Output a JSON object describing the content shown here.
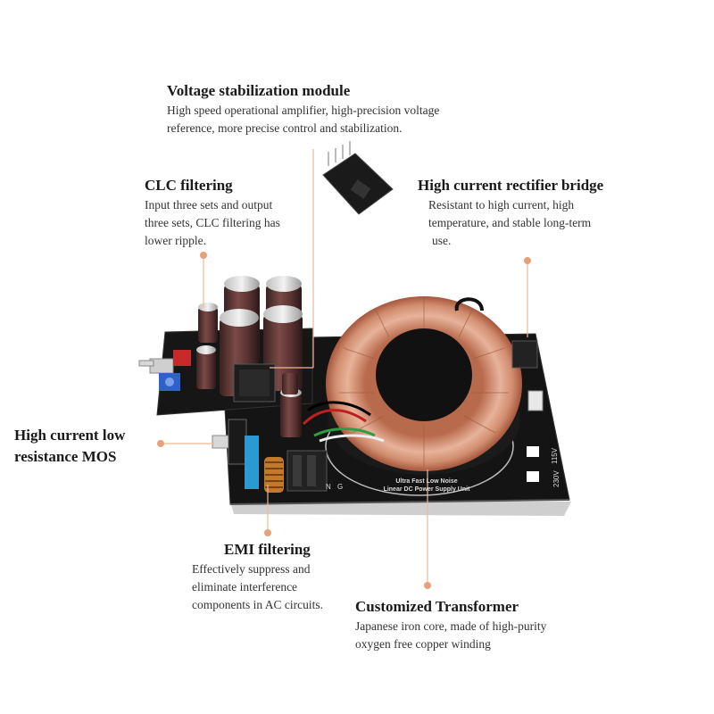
{
  "callouts": {
    "voltage": {
      "title": "Voltage stabilization module",
      "desc_line1": "High speed operational amplifier, high-precision voltage",
      "desc_line2": "reference, more precise control and stabilization."
    },
    "clc": {
      "title": "CLC filtering",
      "desc_line1": "Input three sets and output",
      "desc_line2": "three sets, CLC filtering has",
      "desc_line3": "lower ripple."
    },
    "rectifier": {
      "title": "High current rectifier bridge",
      "desc_line1": "Resistant to high current, high",
      "desc_line2": "temperature, and stable long-term",
      "desc_line3": "use."
    },
    "mos": {
      "title_line1": "High current low",
      "title_line2": "resistance MOS"
    },
    "emi": {
      "title": "EMI filtering",
      "desc_line1": "Effectively suppress and",
      "desc_line2": "eliminate interference",
      "desc_line3": "components in AC circuits."
    },
    "transformer": {
      "title": "Customized Transformer",
      "desc_line1": "Japanese iron core, made of high-purity",
      "desc_line2": "oxygen free copper winding"
    }
  },
  "board": {
    "silk_line1": "Ultra Fast Low Noise",
    "silk_line2": "Linear DC Power Supply Unit",
    "voltage_230": "230V",
    "voltage_115": "115V",
    "pin_n": "N",
    "pin_g": "G"
  },
  "colors": {
    "accent": "#e8a07a",
    "leader": "#f0b898",
    "pcb": "#141414",
    "copper": "#d79a7a"
  }
}
